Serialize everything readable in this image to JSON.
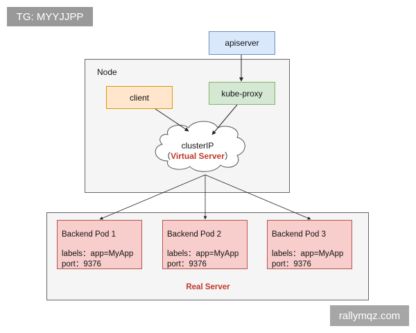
{
  "watermarks": {
    "top_left": "TG: MYYJJPP",
    "bottom_right": "rallymqz.com"
  },
  "node": {
    "label": "Node"
  },
  "apiserver": {
    "label": "apiserver"
  },
  "client": {
    "label": "client"
  },
  "kube_proxy": {
    "label": "kube-proxy"
  },
  "cluster_ip": {
    "name": "clusterIP",
    "open_paren": "（",
    "role": "Virtual Server",
    "close_paren": "）"
  },
  "pods": [
    {
      "title": "Backend Pod 1",
      "labels": "labels：app=MyApp",
      "port": "port：9376"
    },
    {
      "title": "Backend Pod 2",
      "labels": "labels：app=MyApp",
      "port": "port：9376"
    },
    {
      "title": "Backend Pod 3",
      "labels": "labels：app=MyApp",
      "port": "port：9376"
    }
  ],
  "real_server": {
    "label": "Real Server"
  },
  "colors": {
    "apiserver_fill": "#dae8fc",
    "client_fill": "#ffe6cc",
    "kube_proxy_fill": "#d5e8d4",
    "pod_fill": "#f8cecc",
    "highlight_text": "#c0392b"
  }
}
